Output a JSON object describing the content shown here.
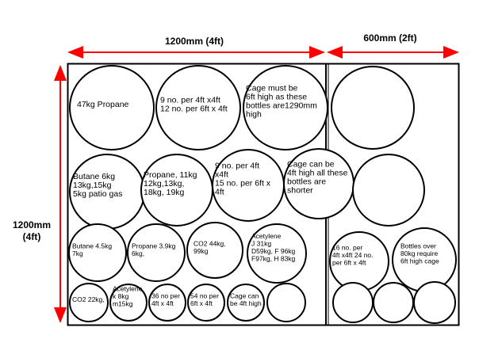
{
  "dimensions": {
    "width_left": "1200mm (4ft)",
    "width_right": "600mm (2ft)",
    "height_line1": "1200mm",
    "height_line2": "(4ft)"
  },
  "colors": {
    "arrow": "#ff0000",
    "outline": "#000000"
  },
  "cylinders": [
    {
      "lines": [
        "47kg Propane"
      ]
    },
    {
      "lines": [
        "9 no. per 4ft x4ft",
        "12 no. per 6ft x 4ft"
      ]
    },
    {
      "lines": [
        "Cage must be",
        "6ft high as these",
        "bottles are1290mm",
        "high"
      ]
    },
    {
      "lines": []
    },
    {
      "lines": [
        "Butane 6kg",
        "13kg,15kg",
        "5kg patio gas"
      ]
    },
    {
      "lines": [
        "Propane, 11kg",
        "12kg,13kg,",
        "18kg, 19kg"
      ]
    },
    {
      "lines": [
        "9 no. per 4ft",
        "x4ft",
        "15 no. per 6ft x",
        "4ft"
      ]
    },
    {
      "lines": [
        "Cage can be",
        "4ft high all these",
        "bottles are",
        "shorter"
      ]
    },
    {
      "lines": []
    },
    {
      "lines": [
        "Butane 4.5kg",
        "7kg"
      ]
    },
    {
      "lines": [
        "Propane 3.9kg",
        "6kg,"
      ]
    },
    {
      "lines": [
        "CO2 44kg,",
        "99kg"
      ]
    },
    {
      "lines": [
        "Acetylene",
        "J 31kg",
        "D59kg, F 96kg",
        "F97kg, H 83kg"
      ]
    },
    {
      "lines": [
        "16 no. per",
        "4ft x4ft 24 no.",
        "per  6ft x 4ft"
      ]
    },
    {
      "lines": [
        "Bottles over",
        "80kg require",
        "6ft high cage"
      ]
    },
    {
      "lines": [
        "CO2 22kg,"
      ]
    },
    {
      "lines": [
        "Acetylene",
        "k 8kg",
        "m15kg"
      ]
    },
    {
      "lines": [
        "36 no per",
        "4ft x 4ft"
      ]
    },
    {
      "lines": [
        "54 no per",
        "6ft x 4ft"
      ]
    },
    {
      "lines": [
        "Cage can",
        "be 4ft high"
      ]
    },
    {
      "lines": []
    },
    {
      "lines": []
    },
    {
      "lines": []
    },
    {
      "lines": []
    }
  ]
}
